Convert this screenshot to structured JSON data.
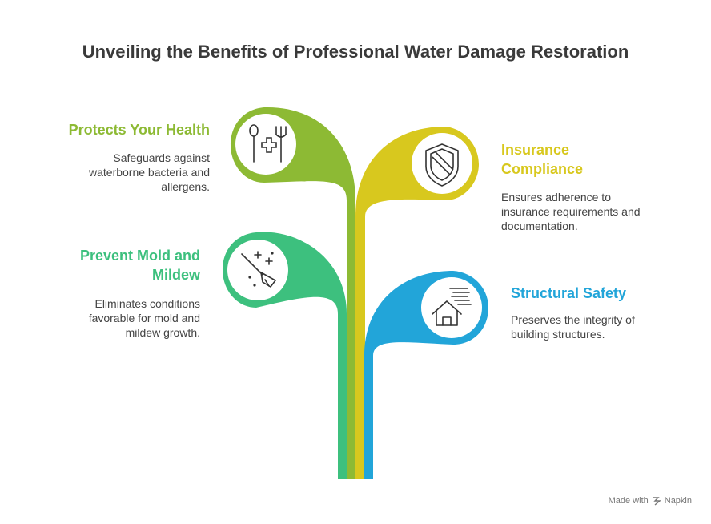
{
  "title": "Unveiling the Benefits of Professional Water Damage Restoration",
  "colors": {
    "health": "#8DBA34",
    "insurance": "#D8C81E",
    "mold": "#3DC07E",
    "structural": "#22A5D9",
    "text": "#3a3a3a"
  },
  "items": [
    {
      "heading": "Protects Your Health",
      "description": "Safeguards against waterborne bacteria and allergens.",
      "icon": "medical-utensils-icon"
    },
    {
      "heading": "Insurance Compliance",
      "description": "Ensures adherence to insurance requirements and documentation.",
      "icon": "shield-icon"
    },
    {
      "heading": "Prevent Mold and Mildew",
      "description": "Eliminates conditions favorable for mold and mildew growth.",
      "icon": "broom-sparkle-icon"
    },
    {
      "heading": "Structural Safety",
      "description": "Preserves the integrity of building structures.",
      "icon": "house-wind-icon"
    }
  ],
  "footer": {
    "made_with": "Made with",
    "brand": "Napkin"
  }
}
